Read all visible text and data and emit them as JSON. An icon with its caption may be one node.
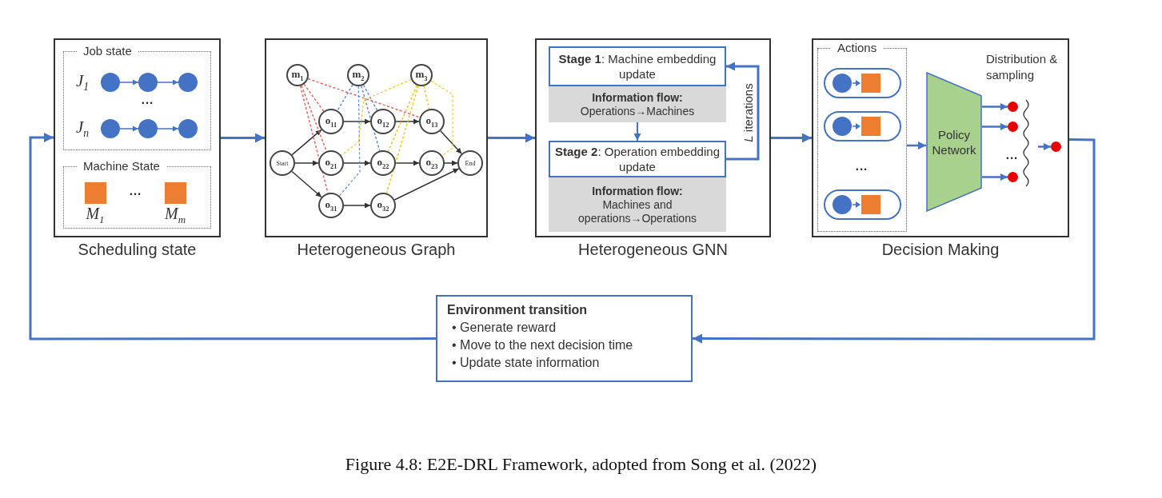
{
  "diagram": {
    "caption": "Figure 4.8: E2E-DRL Framework, adopted from Song et al. (2022)",
    "nodes": [
      {
        "text": [
          "Scheduling state"
        ]
      },
      {
        "text": [
          "Job state"
        ],
        "in": 0
      },
      {
        "text": [],
        "shape": "circle",
        "in": 1
      },
      {
        "text": [],
        "shape": "circle",
        "in": 1
      },
      {
        "text": [],
        "shape": "circle",
        "in": 1
      },
      {
        "text": [],
        "shape": "circle",
        "in": 1
      },
      {
        "text": [],
        "shape": "circle",
        "in": 1
      },
      {
        "text": [],
        "shape": "circle",
        "in": 1
      },
      {
        "text": [
          "Machine State"
        ],
        "in": 0
      },
      {
        "text": [],
        "shape": "box",
        "in": 8,
        "beside": [
          "M$_{1}$"
        ]
      },
      {
        "text": [],
        "shape": "box",
        "in": 8,
        "beside": [
          "M$_{m}$"
        ]
      },
      {
        "text": [
          "Heterogeneous Graph"
        ]
      },
      {
        "text": [
          "m$_{1}$"
        ],
        "in": 11
      },
      {
        "text": [
          "m$_{2}$"
        ],
        "in": 11
      },
      {
        "text": [
          "m$_{3}$"
        ],
        "in": 11
      },
      {
        "text": [
          "Start"
        ],
        "in": 11
      },
      {
        "text": [
          "o$_{11}$"
        ],
        "in": 11
      },
      {
        "text": [
          "o$_{12}$"
        ],
        "in": 11
      },
      {
        "text": [
          "o$_{13}$"
        ],
        "in": 11
      },
      {
        "text": [
          "o$_{21}$"
        ],
        "in": 11
      },
      {
        "text": [
          "o$_{22}$"
        ],
        "in": 11
      },
      {
        "text": [
          "o$_{23}$"
        ],
        "in": 11
      },
      {
        "text": [
          "o$_{31}$"
        ],
        "in": 11
      },
      {
        "text": [
          "o$_{32}$"
        ],
        "in": 11
      },
      {
        "text": [
          "End"
        ],
        "in": 11
      },
      {
        "text": [
          "Heterogeneous GNN"
        ]
      },
      {
        "text": [
          "**Stage 1**: Machine embedding update"
        ],
        "in": 25
      },
      {
        "text": [
          "Information flow:",
          "Operations→Machines"
        ],
        "in": 25
      },
      {
        "text": [
          "**Stage 2**: Operation embedding update"
        ],
        "in": 25
      },
      {
        "text": [
          "Information flow:",
          "Machines and operations→Operations"
        ],
        "in": 25
      },
      {
        "text": [
          "Decision Making"
        ]
      },
      {
        "text": [
          "Actions"
        ],
        "in": 30
      },
      {
        "text": [],
        "shape": "box",
        "in": 31
      },
      {
        "text": [],
        "shape": "box",
        "in": 31
      },
      {
        "text": [],
        "shape": "box",
        "in": 31
      },
      {
        "text": [
          "Policy Network"
        ],
        "in": 30
      },
      {
        "text": [],
        "shape": "circle",
        "in": 30
      },
      {
        "text": [],
        "shape": "circle",
        "in": 30
      },
      {
        "text": [],
        "shape": "circle",
        "in": 30
      },
      {
        "text": [],
        "shape": "circle",
        "in": 30
      },
      {
        "text": [
          "Environment transition",
          "• Generate reward",
          "• Move to the next decision time",
          "• Update state information"
        ]
      }
    ],
    "edges": [
      {
        "from": 0,
        "to": 11,
        "arrow": "to"
      },
      {
        "from": 11,
        "to": 25,
        "arrow": "to"
      },
      {
        "from": 25,
        "to": 30,
        "arrow": "to"
      },
      {
        "from": 30,
        "to": 40,
        "arrow": "to"
      },
      {
        "from": 40,
        "to": 0,
        "arrow": "to"
      },
      {
        "from": 2,
        "to": 3,
        "arrow": "to"
      },
      {
        "from": 3,
        "to": 4,
        "arrow": "to"
      },
      {
        "from": 5,
        "to": 6,
        "arrow": "to"
      },
      {
        "from": 6,
        "to": 7,
        "arrow": "to"
      },
      {
        "from": 15,
        "to": 16,
        "arrow": "to",
        "color": "#333333"
      },
      {
        "from": 15,
        "to": 19,
        "arrow": "to",
        "color": "#333333"
      },
      {
        "from": 15,
        "to": 22,
        "arrow": "to",
        "color": "#333333"
      },
      {
        "from": 16,
        "to": 17,
        "arrow": "to",
        "color": "#333333"
      },
      {
        "from": 17,
        "to": 18,
        "arrow": "to",
        "color": "#333333"
      },
      {
        "from": 18,
        "to": 24,
        "arrow": "to",
        "color": "#333333"
      },
      {
        "from": 19,
        "to": 20,
        "arrow": "to",
        "color": "#333333"
      },
      {
        "from": 20,
        "to": 21,
        "arrow": "to",
        "color": "#333333"
      },
      {
        "from": 21,
        "to": 24,
        "arrow": "to",
        "color": "#333333"
      },
      {
        "from": 22,
        "to": 23,
        "arrow": "to",
        "color": "#333333"
      },
      {
        "from": 23,
        "to": 24,
        "arrow": "to",
        "color": "#333333"
      },
      {
        "from": 12,
        "to": 16,
        "arrow": "none",
        "style": "dashed",
        "color": "#f06262"
      },
      {
        "from": 12,
        "to": 19,
        "arrow": "none",
        "style": "dashed",
        "color": "#f06262"
      },
      {
        "from": 12,
        "to": 22,
        "arrow": "none",
        "style": "dashed",
        "color": "#f06262"
      },
      {
        "from": 12,
        "to": 18,
        "arrow": "none",
        "style": "dashed",
        "color": "#f06262"
      },
      {
        "from": 13,
        "to": 16,
        "arrow": "none",
        "style": "dashed",
        "color": "#5b8bd9"
      },
      {
        "from": 13,
        "to": 17,
        "arrow": "none",
        "style": "dashed",
        "color": "#5b8bd9"
      },
      {
        "from": 13,
        "to": 20,
        "arrow": "none",
        "style": "dashed",
        "color": "#5b8bd9"
      },
      {
        "from": 13,
        "to": 22,
        "arrow": "none",
        "style": "dashed",
        "color": "#5b8bd9"
      },
      {
        "from": 14,
        "to": 19,
        "arrow": "none",
        "style": "dashed",
        "color": "#f2c81e"
      },
      {
        "from": 14,
        "to": 20,
        "arrow": "none",
        "style": "dashed",
        "color": "#f2c81e"
      },
      {
        "from": 14,
        "to": 23,
        "arrow": "none",
        "style": "dashed",
        "color": "#f2c81e"
      },
      {
        "from": 14,
        "to": 18,
        "arrow": "none",
        "style": "dashed",
        "color": "#f2c81e"
      },
      {
        "from": 14,
        "to": 21,
        "arrow": "none",
        "style": "dashed",
        "color": "#f2c81e"
      },
      {
        "from": 27,
        "to": 28,
        "arrow": "to"
      },
      {
        "from": 28,
        "to": 26,
        "arrow": "to",
        "label": "*L* iterations"
      },
      {
        "from": 31,
        "to": 35,
        "arrow": "to"
      },
      {
        "from": 35,
        "to": 36,
        "arrow": "to"
      },
      {
        "from": 35,
        "to": 37,
        "arrow": "to"
      },
      {
        "from": 35,
        "to": 38,
        "arrow": "to"
      },
      {
        "from": null,
        "to": 39,
        "arrow": "to"
      }
    ],
    "labels": [
      "J$_{1}$",
      "•••",
      "J$_{n}$",
      "•••",
      "•••",
      "Distribution & sampling",
      "•••"
    ]
  }
}
